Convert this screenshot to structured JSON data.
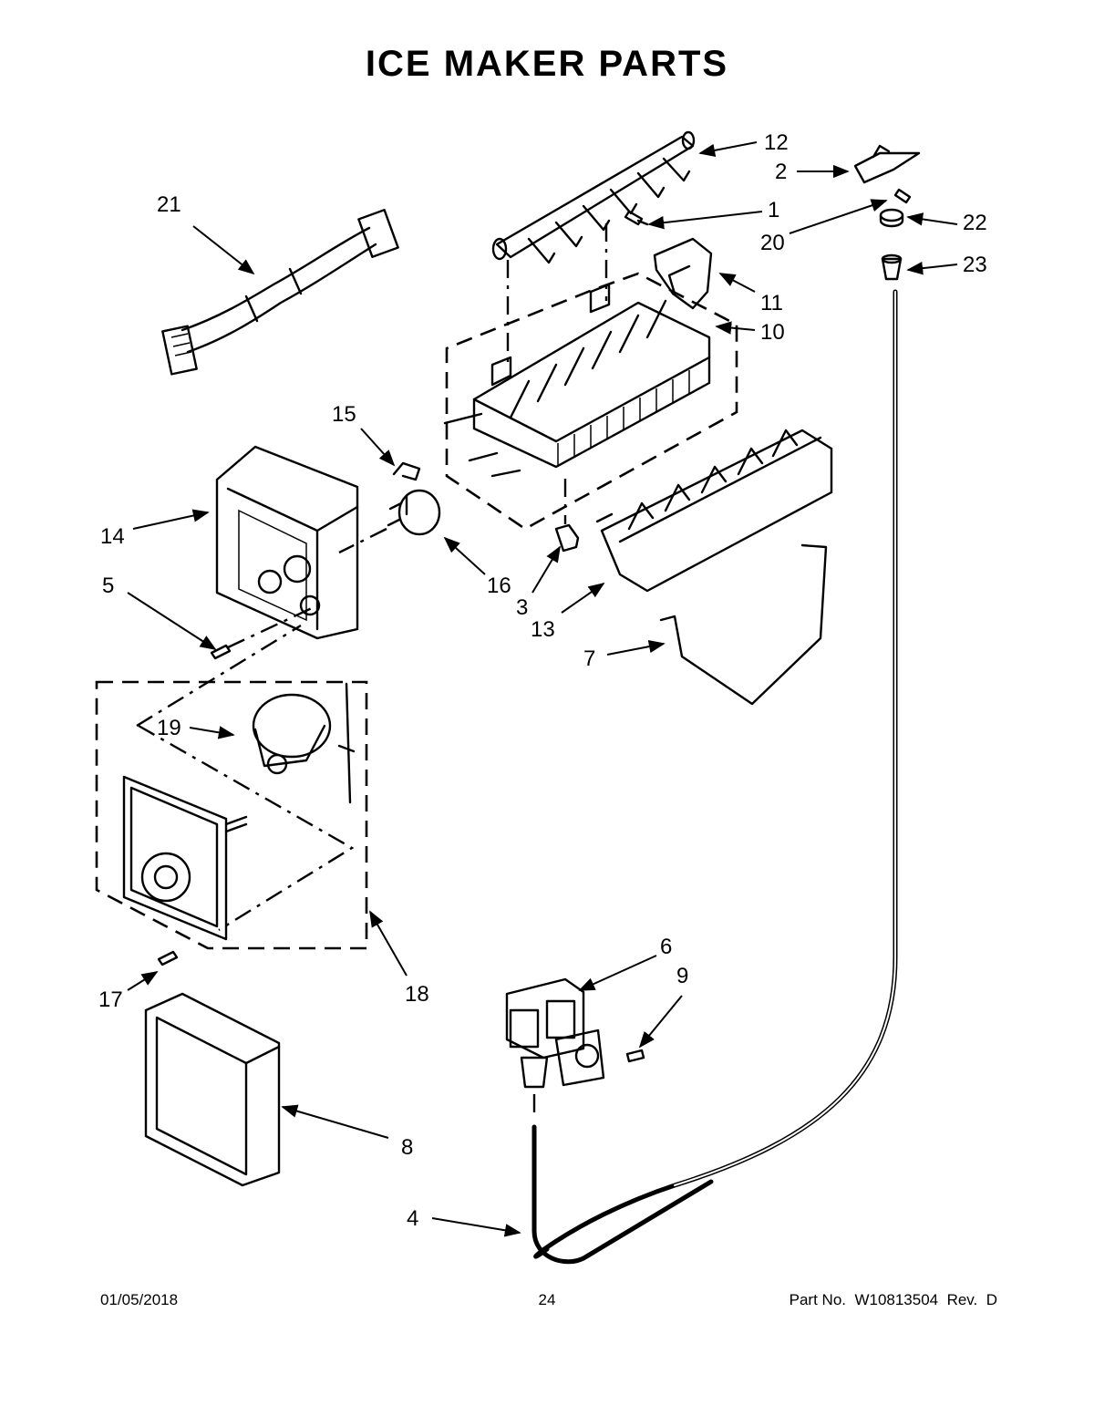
{
  "document": {
    "title": "ICE MAKER PARTS",
    "footer": {
      "date": "01/05/2018",
      "page": "24",
      "part_number": "Part No.  W10813504  Rev.  D"
    }
  },
  "callouts": {
    "c1": "1",
    "c2": "2",
    "c3": "3",
    "c4": "4",
    "c5": "5",
    "c6": "6",
    "c7": "7",
    "c8": "8",
    "c9": "9",
    "c10": "10",
    "c11": "11",
    "c12": "12",
    "c13": "13",
    "c14": "14",
    "c15": "15",
    "c16": "16",
    "c17": "17",
    "c18": "18",
    "c19": "19",
    "c20": "20",
    "c21": "21",
    "c22": "22",
    "c23": "23"
  }
}
